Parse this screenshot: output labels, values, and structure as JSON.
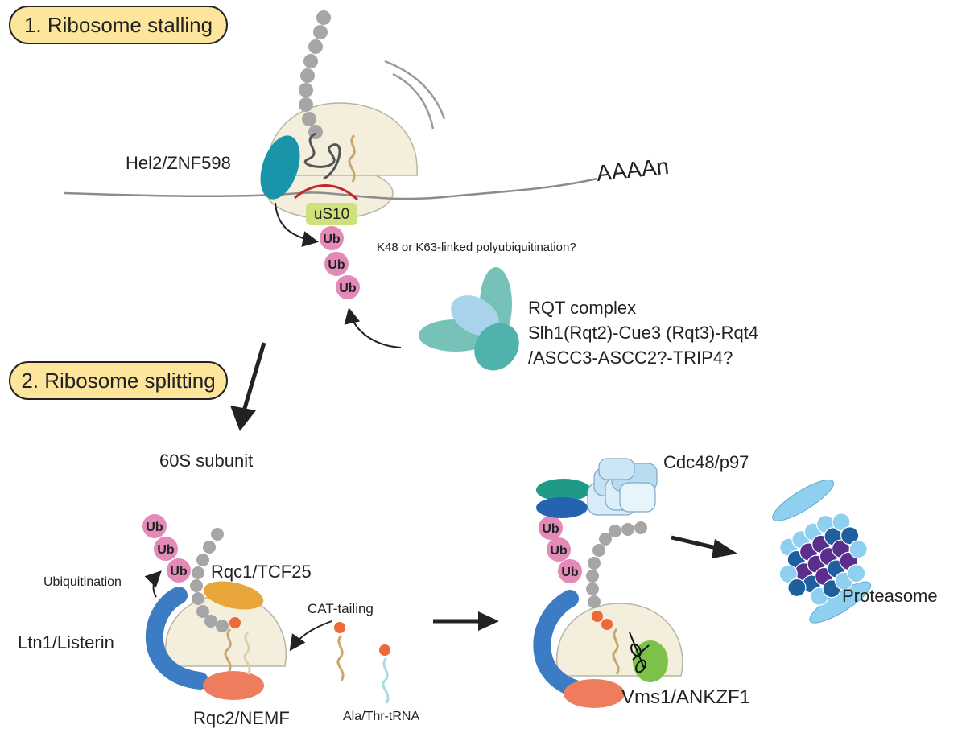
{
  "steps": {
    "stalling": "1. Ribosome stalling",
    "splitting": "2. Ribosome splitting"
  },
  "labels": {
    "hel2": "Hel2/ZNF598",
    "poly_a": "AAAAn",
    "us10": "uS10",
    "ub": "Ub",
    "polyub_question": "K48 or K63-linked polyubiquitination?",
    "rqt_title": "RQT complex",
    "rqt_line1": "Slh1(Rqt2)-Cue3 (Rqt3)-Rqt4",
    "rqt_line2": "/ASCC3-ASCC2?-TRIP4?",
    "subunit_60s": "60S subunit",
    "ubiquitination": "Ubiquitination",
    "rqc1": "Rqc1/TCF25",
    "ltn1": "Ltn1/Listerin",
    "cat_tailing": "CAT-tailing",
    "rqc2": "Rqc2/NEMF",
    "ala_thr": "Ala/Thr-tRNA",
    "cdc48": "Cdc48/p97",
    "vms1": "Vms1/ANKZF1",
    "proteasome": "Proteasome"
  },
  "colors": {
    "ribosome": "#f4efdc",
    "ribosome_edge": "#b9b4a3",
    "peptide": "#a6a6a6",
    "mrna": "#8c8c8c",
    "hel2": "#1a94a8",
    "us10": "#cfe17a",
    "ub": "#e38ab9",
    "rqt_light": "#a9d3ea",
    "rqt_teal": "#76c2b9",
    "rqt_dark": "#4fb3ab",
    "rqc1": "#e8a53a",
    "ltn1": "#3b7cc4",
    "rqc2": "#ee7d5e",
    "ala": "#ec6a3a",
    "trna_tan": "#c9a66b",
    "trna_light": "#a8dbe3",
    "vms1": "#7cc24a",
    "cdc48": "#b9dcf1",
    "cdc48_green": "#1f9a86",
    "cdc48_blue": "#2563b0",
    "proteasome_core": "#5a2e8c",
    "proteasome_mid": "#1f5f9e",
    "proteasome_cap": "#8fd0f0"
  },
  "icons": [
    "ribosome-icon",
    "scissors-icon",
    "proteasome-icon",
    "cdc48-hexamer-icon",
    "arrow-icon"
  ]
}
